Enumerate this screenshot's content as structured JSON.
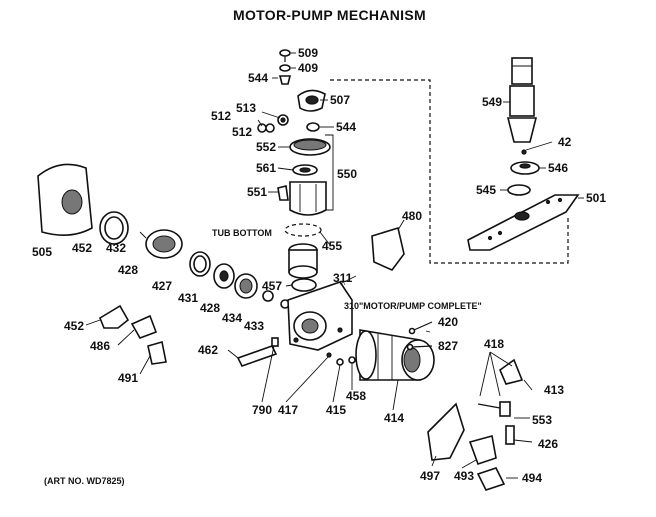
{
  "title": "MOTOR-PUMP MECHANISM",
  "art_number": "(ART NO. WD7825)",
  "notes": {
    "tub_bottom": "TUB BOTTOM",
    "motor_pump_complete": "310\"MOTOR/PUMP COMPLETE\""
  },
  "labels": {
    "p509": "509",
    "p409": "409",
    "p544a": "544",
    "p507": "507",
    "p513": "513",
    "p512a": "512",
    "p512b": "512",
    "p544b": "544",
    "p552": "552",
    "p561": "561",
    "p550": "550",
    "p551": "551",
    "p549": "549",
    "p42": "42",
    "p546": "546",
    "p545": "545",
    "p501": "501",
    "p505": "505",
    "p452a": "452",
    "p432": "432",
    "p428a": "428",
    "p480": "480",
    "p455": "455",
    "p427": "427",
    "p431": "431",
    "p428b": "428",
    "p434": "434",
    "p457": "457",
    "p433": "433",
    "p311": "311",
    "p452b": "452",
    "p486": "486",
    "p491": "491",
    "p420": "420",
    "p827": "827",
    "p418": "418",
    "p413": "413",
    "p462": "462",
    "p790": "790",
    "p417": "417",
    "p415": "415",
    "p458": "458",
    "p414": "414",
    "p553": "553",
    "p426": "426",
    "p497": "497",
    "p493": "493",
    "p494": "494"
  }
}
